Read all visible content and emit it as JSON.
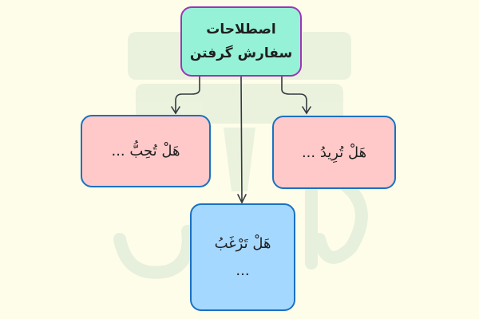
{
  "watermark": {
    "logo_text": "فرادرس"
  },
  "nodes": {
    "root": {
      "line1": "اصطلاحات",
      "line2": "سفارش گرفتن"
    },
    "left": {
      "label": "هَلْ تُحِبُّ ..."
    },
    "right": {
      "label": "هَلْ تُرِيدُ ..."
    },
    "bottom": {
      "line1": "هَلْ تَرْغَبُ",
      "line2": "..."
    }
  },
  "colors": {
    "root_fill": "#96f2d7",
    "root_border": "#9c36b5",
    "pink_fill": "#ffc9c9",
    "blue_fill": "#a5d8ff",
    "border": "#1971c2"
  }
}
